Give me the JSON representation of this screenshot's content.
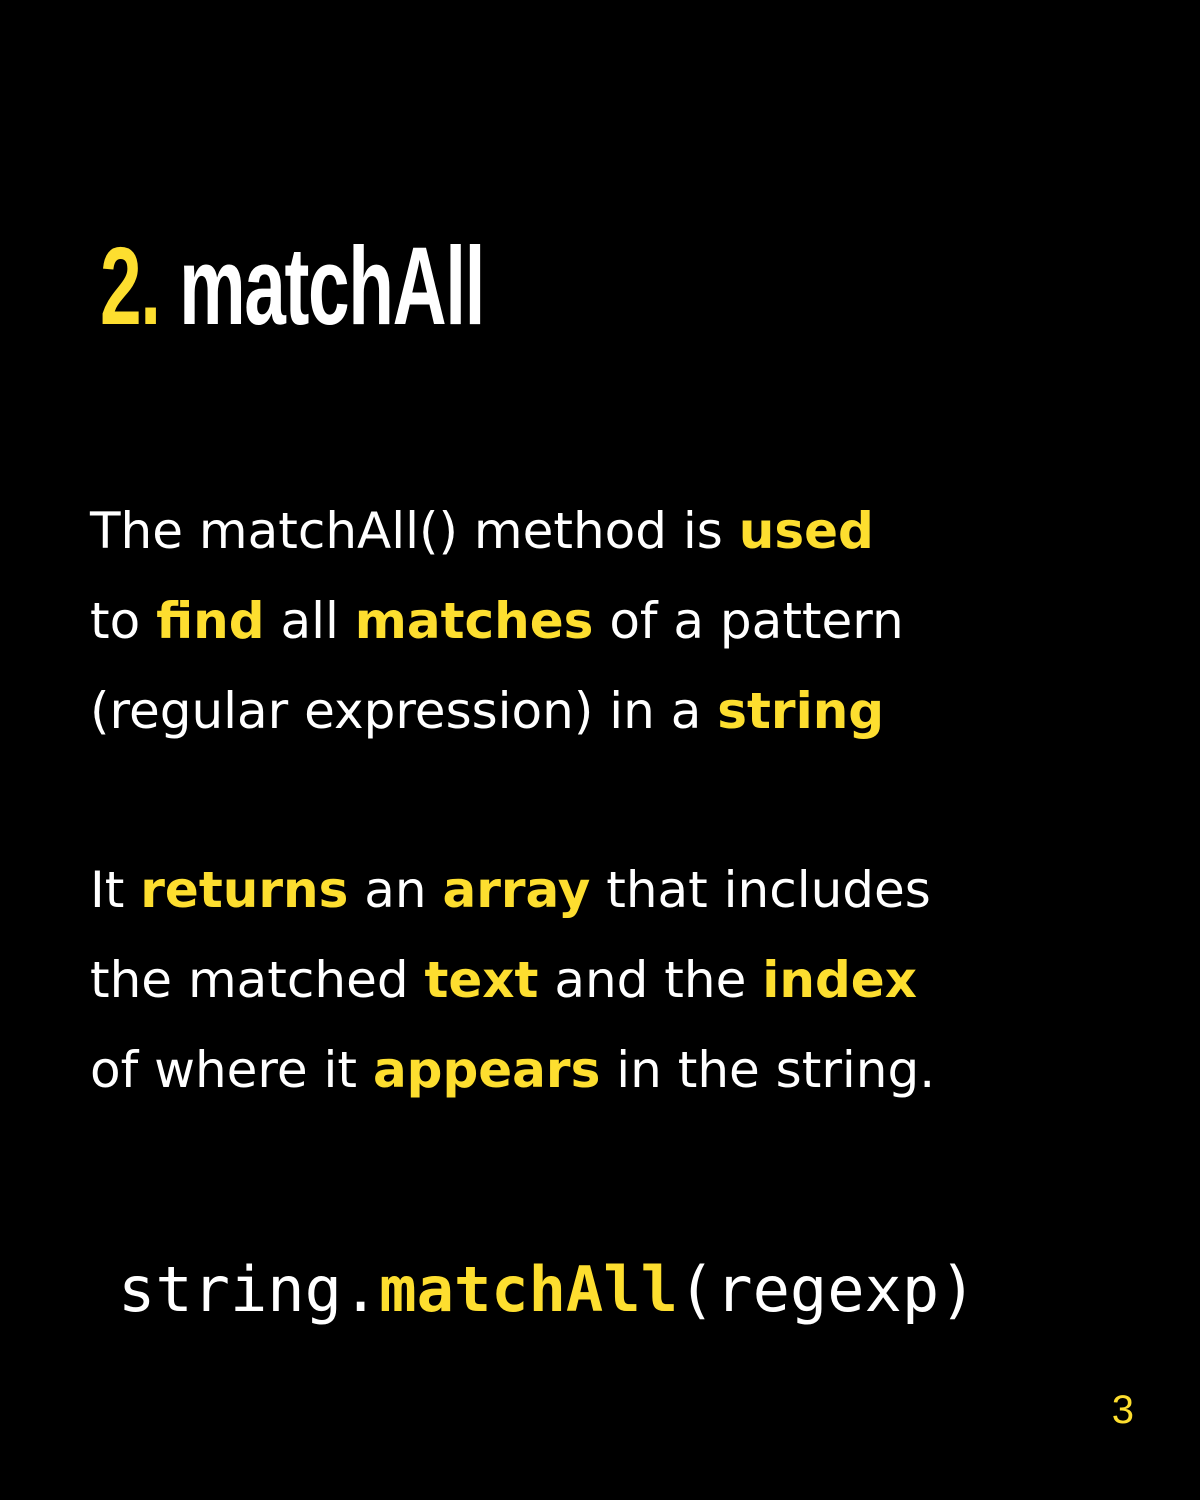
{
  "colors": {
    "background": "#000000",
    "accent": "#FDDE2F",
    "text": "#FFFFFF"
  },
  "title": {
    "number": "2.",
    "name": "matchAll"
  },
  "paragraph1": {
    "line1": {
      "t1": "The matchAll() method is ",
      "h1": "used"
    },
    "line2": {
      "t1": "to ",
      "h1": "find",
      "t2": " all ",
      "h2": "matches",
      "t3": " of a pattern"
    },
    "line3": {
      "t1": "(regular expression) in a ",
      "h1": "string"
    }
  },
  "paragraph2": {
    "line1": {
      "t1": "It ",
      "h1": "returns",
      "t2": " an ",
      "h2": "array",
      "t3": " that includes"
    },
    "line2": {
      "t1": "the matched ",
      "h1": "text",
      "t2": " and the ",
      "h2": "index"
    },
    "line3": {
      "t1": "of where it ",
      "h1": "appears",
      "t2": " in the string."
    }
  },
  "code": {
    "object": "string.",
    "method": "matchAll",
    "args": "(regexp)"
  },
  "page_number": "3"
}
